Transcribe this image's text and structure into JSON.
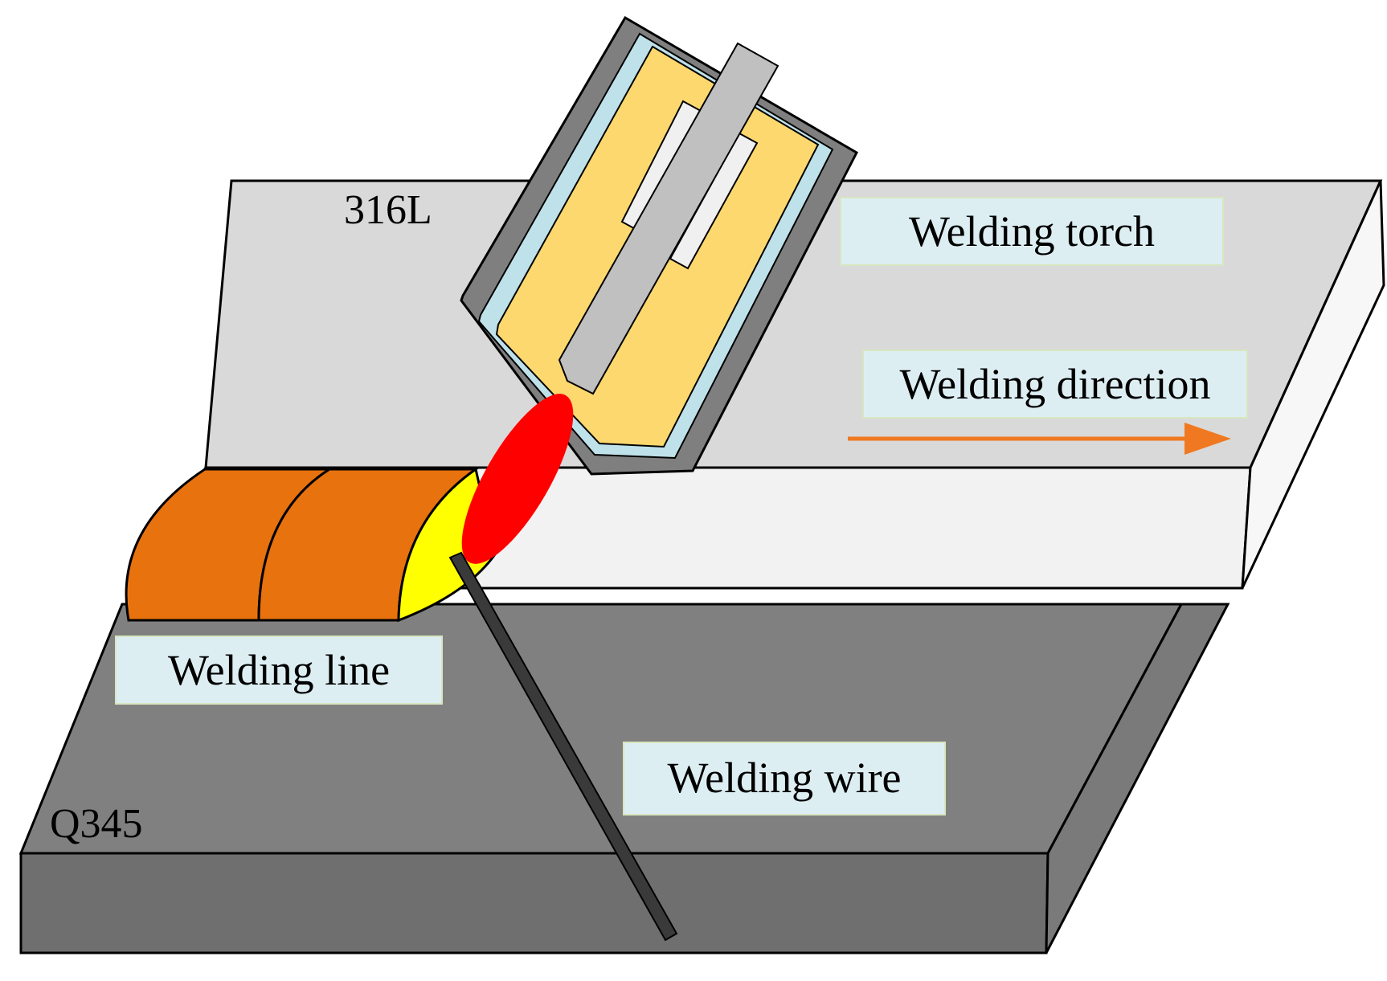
{
  "materials": {
    "upper_plate": "316L",
    "lower_plate": "Q345"
  },
  "labels": {
    "welding_torch": "Welding torch",
    "welding_direction": "Welding direction",
    "welding_line": "Welding line",
    "welding_wire": "Welding wire"
  },
  "colors": {
    "upper_plate_top": "#d9d9d9",
    "upper_plate_front": "#f2f2f2",
    "lower_plate_top": "#808080",
    "lower_plate_front": "#6f6f6f",
    "torch_outer": "#7f7f7f",
    "torch_liner": "#bfe1ea",
    "torch_body": "#fcd86e",
    "electrode": "#c0c0c0",
    "arc": "#ff0000",
    "weld_bead": "#e8720e",
    "molten_pool": "#ffff00",
    "direction_arrow": "#f07820",
    "label_box": "#ddeef3"
  }
}
